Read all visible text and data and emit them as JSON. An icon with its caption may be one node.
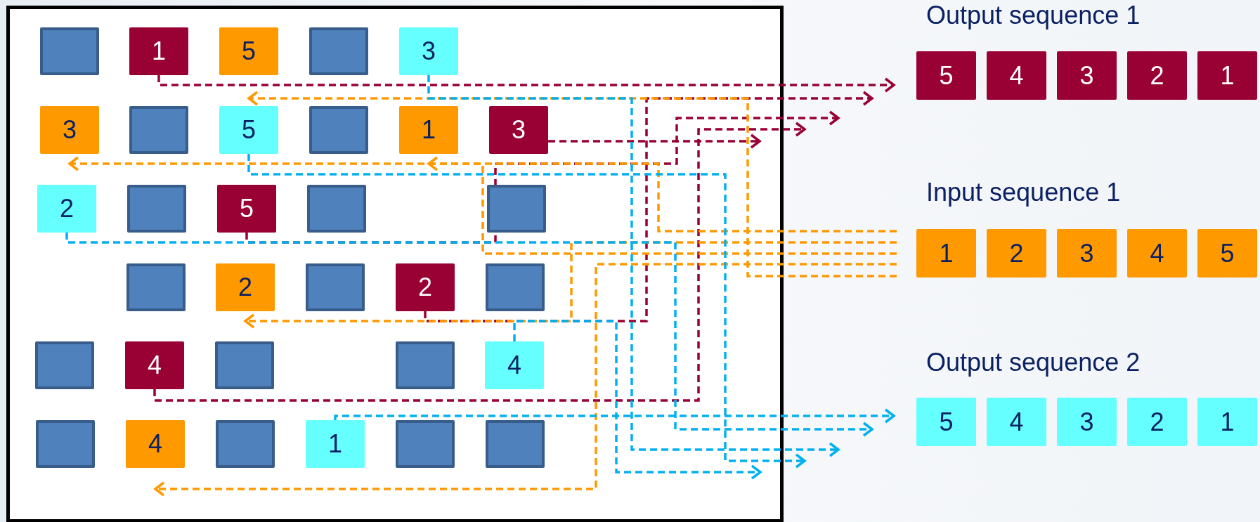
{
  "diagram": {
    "nodes": [
      {
        "text": [],
        "shape": "box"
      },
      {
        "text": [],
        "shape": "box",
        "in": 0
      },
      {
        "text": [
          "1"
        ],
        "in": 0
      },
      {
        "text": [
          "5"
        ],
        "in": 0
      },
      {
        "text": [],
        "shape": "box",
        "in": 0
      },
      {
        "text": [
          "3"
        ],
        "in": 0
      },
      {
        "text": [
          "3"
        ],
        "in": 0
      },
      {
        "text": [],
        "shape": "box",
        "in": 0
      },
      {
        "text": [
          "5"
        ],
        "in": 0
      },
      {
        "text": [],
        "shape": "box",
        "in": 0
      },
      {
        "text": [
          "1"
        ],
        "in": 0
      },
      {
        "text": [
          "3"
        ],
        "in": 0
      },
      {
        "text": [
          "2"
        ],
        "in": 0
      },
      {
        "text": [],
        "shape": "box",
        "in": 0
      },
      {
        "text": [
          "5"
        ],
        "in": 0
      },
      {
        "text": [],
        "shape": "box",
        "in": 0
      },
      {
        "text": [],
        "shape": "box",
        "in": 0
      },
      {
        "text": [],
        "shape": "box",
        "in": 0
      },
      {
        "text": [
          "2"
        ],
        "in": 0
      },
      {
        "text": [],
        "shape": "box",
        "in": 0
      },
      {
        "text": [
          "2"
        ],
        "in": 0
      },
      {
        "text": [],
        "shape": "box",
        "in": 0
      },
      {
        "text": [],
        "shape": "box",
        "in": 0
      },
      {
        "text": [
          "4"
        ],
        "in": 0
      },
      {
        "text": [],
        "shape": "box",
        "in": 0
      },
      {
        "text": [],
        "shape": "box",
        "in": 0
      },
      {
        "text": [
          "4"
        ],
        "in": 0
      },
      {
        "text": [],
        "shape": "box",
        "in": 0
      },
      {
        "text": [
          "4"
        ],
        "in": 0
      },
      {
        "text": [],
        "shape": "box",
        "in": 0
      },
      {
        "text": [
          "1"
        ],
        "in": 0
      },
      {
        "text": [],
        "shape": "box",
        "in": 0
      },
      {
        "text": [],
        "shape": "box",
        "in": 0
      },
      {
        "text": [
          "5"
        ]
      },
      {
        "text": [
          "4"
        ]
      },
      {
        "text": [
          "3"
        ]
      },
      {
        "text": [
          "2"
        ]
      },
      {
        "text": [
          "1"
        ]
      },
      {
        "text": [
          "1"
        ]
      },
      {
        "text": [
          "2"
        ]
      },
      {
        "text": [
          "3"
        ]
      },
      {
        "text": [
          "4"
        ]
      },
      {
        "text": [
          "5"
        ]
      },
      {
        "text": [
          "5"
        ]
      },
      {
        "text": [
          "4"
        ]
      },
      {
        "text": [
          "3"
        ]
      },
      {
        "text": [
          "2"
        ]
      },
      {
        "text": [
          "1"
        ]
      }
    ],
    "edges": [
      {
        "from": 2,
        "to": 33,
        "arrow": "to",
        "style": "dashed",
        "color": "#990033"
      },
      {
        "from": 11,
        "to": null,
        "arrow": "to",
        "style": "dashed",
        "color": "#990033"
      },
      {
        "from": 14,
        "to": null,
        "arrow": "to",
        "style": "dashed",
        "color": "#990033"
      },
      {
        "from": 20,
        "to": null,
        "arrow": "to",
        "style": "dashed",
        "color": "#990033"
      },
      {
        "from": 23,
        "to": null,
        "arrow": "to",
        "style": "dashed",
        "color": "#990033"
      },
      {
        "from": null,
        "to": 10,
        "arrow": "to",
        "style": "dashed",
        "color": "#ff9900"
      },
      {
        "from": null,
        "to": 18,
        "arrow": "to",
        "style": "dashed",
        "color": "#ff9900"
      },
      {
        "from": null,
        "to": 6,
        "arrow": "to",
        "style": "dashed",
        "color": "#ff9900"
      },
      {
        "from": null,
        "to": 28,
        "arrow": "to",
        "style": "dashed",
        "color": "#ff9900"
      },
      {
        "from": null,
        "to": 3,
        "arrow": "to",
        "style": "dashed",
        "color": "#ff9900"
      },
      {
        "from": 5,
        "to": null,
        "arrow": "to",
        "style": "dashed",
        "color": "#00b0f0"
      },
      {
        "from": 8,
        "to": null,
        "arrow": "to",
        "style": "dashed",
        "color": "#00b0f0"
      },
      {
        "from": 12,
        "to": null,
        "arrow": "to",
        "style": "dashed",
        "color": "#00b0f0"
      },
      {
        "from": 26,
        "to": null,
        "arrow": "to",
        "style": "dashed",
        "color": "#00b0f0"
      },
      {
        "from": 30,
        "to": 43,
        "arrow": "to",
        "style": "dashed",
        "color": "#00b0f0"
      }
    ],
    "labels": [
      "Output sequence 1",
      "Input sequence 1",
      "Output sequence 2"
    ]
  }
}
